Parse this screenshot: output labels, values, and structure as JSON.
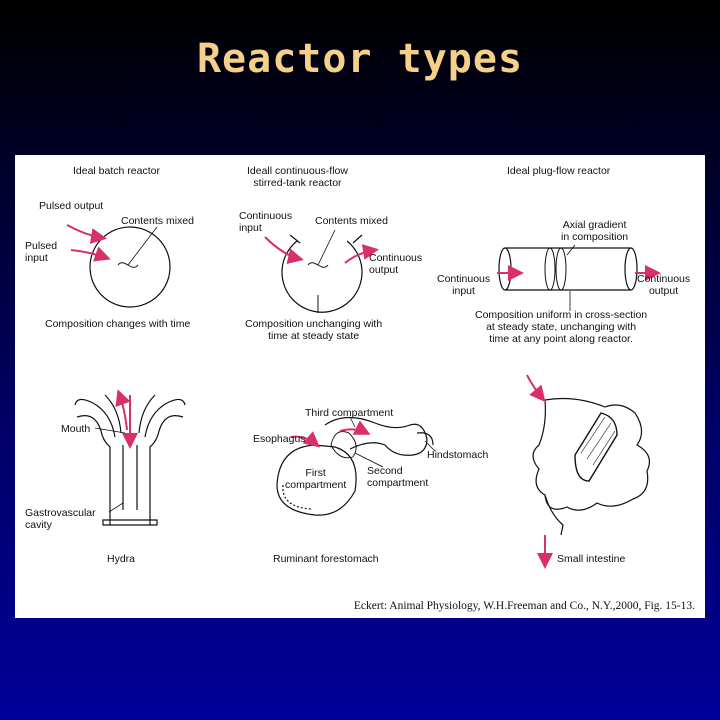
{
  "slide": {
    "title": "Reactor types"
  },
  "panels": {
    "batch": {
      "title": "Ideal batch reactor",
      "pulsed_output": "Pulsed output",
      "contents_mixed": "Contents mixed",
      "pulsed_input": "Pulsed\ninput",
      "composition": "Composition changes with time"
    },
    "cstr": {
      "title": "Ideall continuous-flow\nstirred-tank reactor",
      "continuous_input": "Continuous\ninput",
      "contents_mixed": "Contents mixed",
      "continuous_output": "Continuous\noutput",
      "composition": "Composition unchanging with\ntime at steady state"
    },
    "plug": {
      "title": "Ideal plug-flow reactor",
      "axial_gradient": "Axial gradient\nin composition",
      "continuous_input": "Continuous\ninput",
      "continuous_output": "Continuous\noutput",
      "composition": "Composition uniform in cross-section\nat steady state, unchanging with\ntime at any point along reactor."
    },
    "hydra": {
      "mouth": "Mouth",
      "cavity": "Gastrovascular\ncavity",
      "name": "Hydra"
    },
    "ruminant": {
      "third": "Third compartment",
      "esophagus": "Esophagus",
      "hindstomach": "Hindstomach",
      "first": "First\ncompartment",
      "second": "Second\ncompartment",
      "name": "Ruminant forestomach"
    },
    "intestine": {
      "name": "Small intestine"
    }
  },
  "caption": "Eckert: Animal Physiology, W.H.Freeman and Co., N.Y.,2000, Fig. 15-13.",
  "colors": {
    "arrow": "#d8306a",
    "title": "#f4d08a"
  }
}
